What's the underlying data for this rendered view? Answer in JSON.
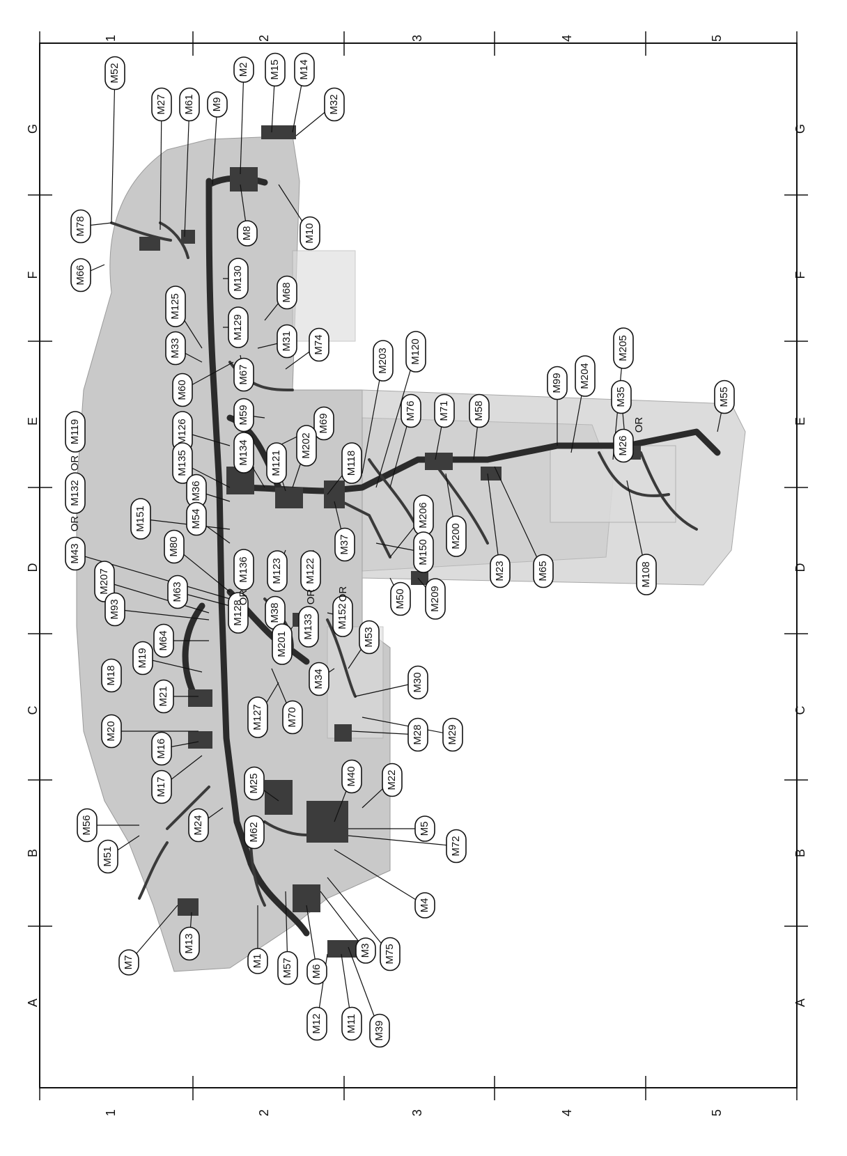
{
  "grid": {
    "columns": [
      "1",
      "2",
      "3",
      "4",
      "5"
    ],
    "rows": [
      "G",
      "F",
      "E",
      "D",
      "C",
      "B",
      "A"
    ]
  },
  "connectors": [
    "M52",
    "M27",
    "M61",
    "M9",
    "M2",
    "M15",
    "M14",
    "M32",
    "M78",
    "M66",
    "M8",
    "M10",
    "M125",
    "M130",
    "M68",
    "M33",
    "M129",
    "M31",
    "M74",
    "M60",
    "M67",
    "M203",
    "M120",
    "M126",
    "M59",
    "M69",
    "M119",
    "M135",
    "M134",
    "M202",
    "M121",
    "M118",
    "M76",
    "M71",
    "M58",
    "M99",
    "M204",
    "M205",
    "M35",
    "M26",
    "M55",
    "M132",
    "M36",
    "M151",
    "M43",
    "M206",
    "M54",
    "M80",
    "M136",
    "M123",
    "M122",
    "M37",
    "M150",
    "M200",
    "M23",
    "M65",
    "M108",
    "M207",
    "M63",
    "M93",
    "M128",
    "M38",
    "M133",
    "M152",
    "M50",
    "M209",
    "M64",
    "M201",
    "M53",
    "M19",
    "M18",
    "M34",
    "M30",
    "M21",
    "M20",
    "M127",
    "M70",
    "M16",
    "M17",
    "M28",
    "M29",
    "M40",
    "M24",
    "M25",
    "M22",
    "M56",
    "M62",
    "M5",
    "M72",
    "M51",
    "M4",
    "M75",
    "M7",
    "M13",
    "M1",
    "M57",
    "M6",
    "M3",
    "M12",
    "M11",
    "M39"
  ],
  "or_label": "OR"
}
